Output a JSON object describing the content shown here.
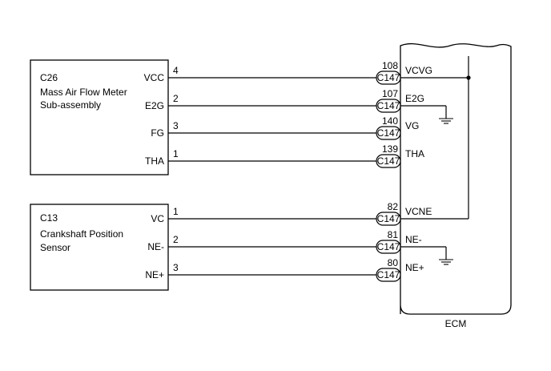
{
  "components": {
    "maf": {
      "code": "C26",
      "line1": "Mass Air Flow Meter",
      "line2": "Sub-assembly"
    },
    "ckp": {
      "code": "C13",
      "line1": "Crankshaft Position",
      "line2": "Sensor"
    },
    "ecm": {
      "label": "ECM"
    }
  },
  "maf_wires": [
    {
      "sensor_pin": "VCC",
      "wire_no": "4",
      "ecm_pin_no": "108",
      "connector": "C147",
      "ecm_terminal": "VCVG"
    },
    {
      "sensor_pin": "E2G",
      "wire_no": "2",
      "ecm_pin_no": "107",
      "connector": "C147",
      "ecm_terminal": "E2G"
    },
    {
      "sensor_pin": "FG",
      "wire_no": "3",
      "ecm_pin_no": "140",
      "connector": "C147",
      "ecm_terminal": "VG"
    },
    {
      "sensor_pin": "THA",
      "wire_no": "1",
      "ecm_pin_no": "139",
      "connector": "C147",
      "ecm_terminal": "THA"
    }
  ],
  "ckp_wires": [
    {
      "sensor_pin": "VC",
      "wire_no": "1",
      "ecm_pin_no": "82",
      "connector": "C147",
      "ecm_terminal": "VCNE"
    },
    {
      "sensor_pin": "NE-",
      "wire_no": "2",
      "ecm_pin_no": "81",
      "connector": "C147",
      "ecm_terminal": "NE-"
    },
    {
      "sensor_pin": "NE+",
      "wire_no": "3",
      "ecm_pin_no": "80",
      "connector": "C147",
      "ecm_terminal": "NE+"
    }
  ]
}
